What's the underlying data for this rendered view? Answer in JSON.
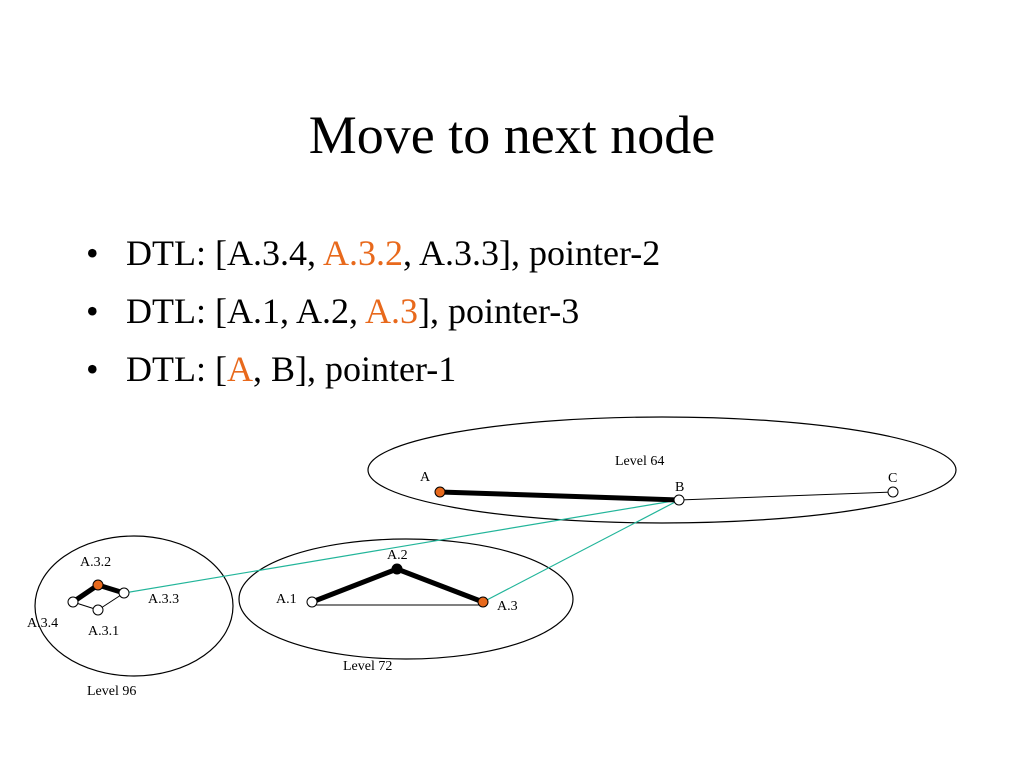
{
  "title": "Move to next node",
  "bullets": [
    {
      "prefix": "DTL: [A.3.4, ",
      "highlight": "A.3.2",
      "suffix": ", A.3.3], pointer-2"
    },
    {
      "prefix": "DTL: [A.1, A.2, ",
      "highlight": "A.3",
      "suffix": "], pointer-3"
    },
    {
      "prefix": "DTL: [",
      "highlight": "A",
      "suffix": ", B], pointer-1"
    }
  ],
  "bullet_symbol": "•",
  "colors": {
    "highlight": "#e8691c",
    "link": "#22b59a",
    "node_orange": "#e8691c"
  },
  "diagram": {
    "levels": {
      "l64": "Level 64",
      "l72": "Level 72",
      "l96": "Level 96"
    },
    "nodes": {
      "A": "A",
      "B": "B",
      "C": "C",
      "A1": "A.1",
      "A2": "A.2",
      "A3": "A.3",
      "A31": "A.3.1",
      "A32": "A.3.2",
      "A33": "A.3.3",
      "A34": "A.3.4"
    }
  }
}
